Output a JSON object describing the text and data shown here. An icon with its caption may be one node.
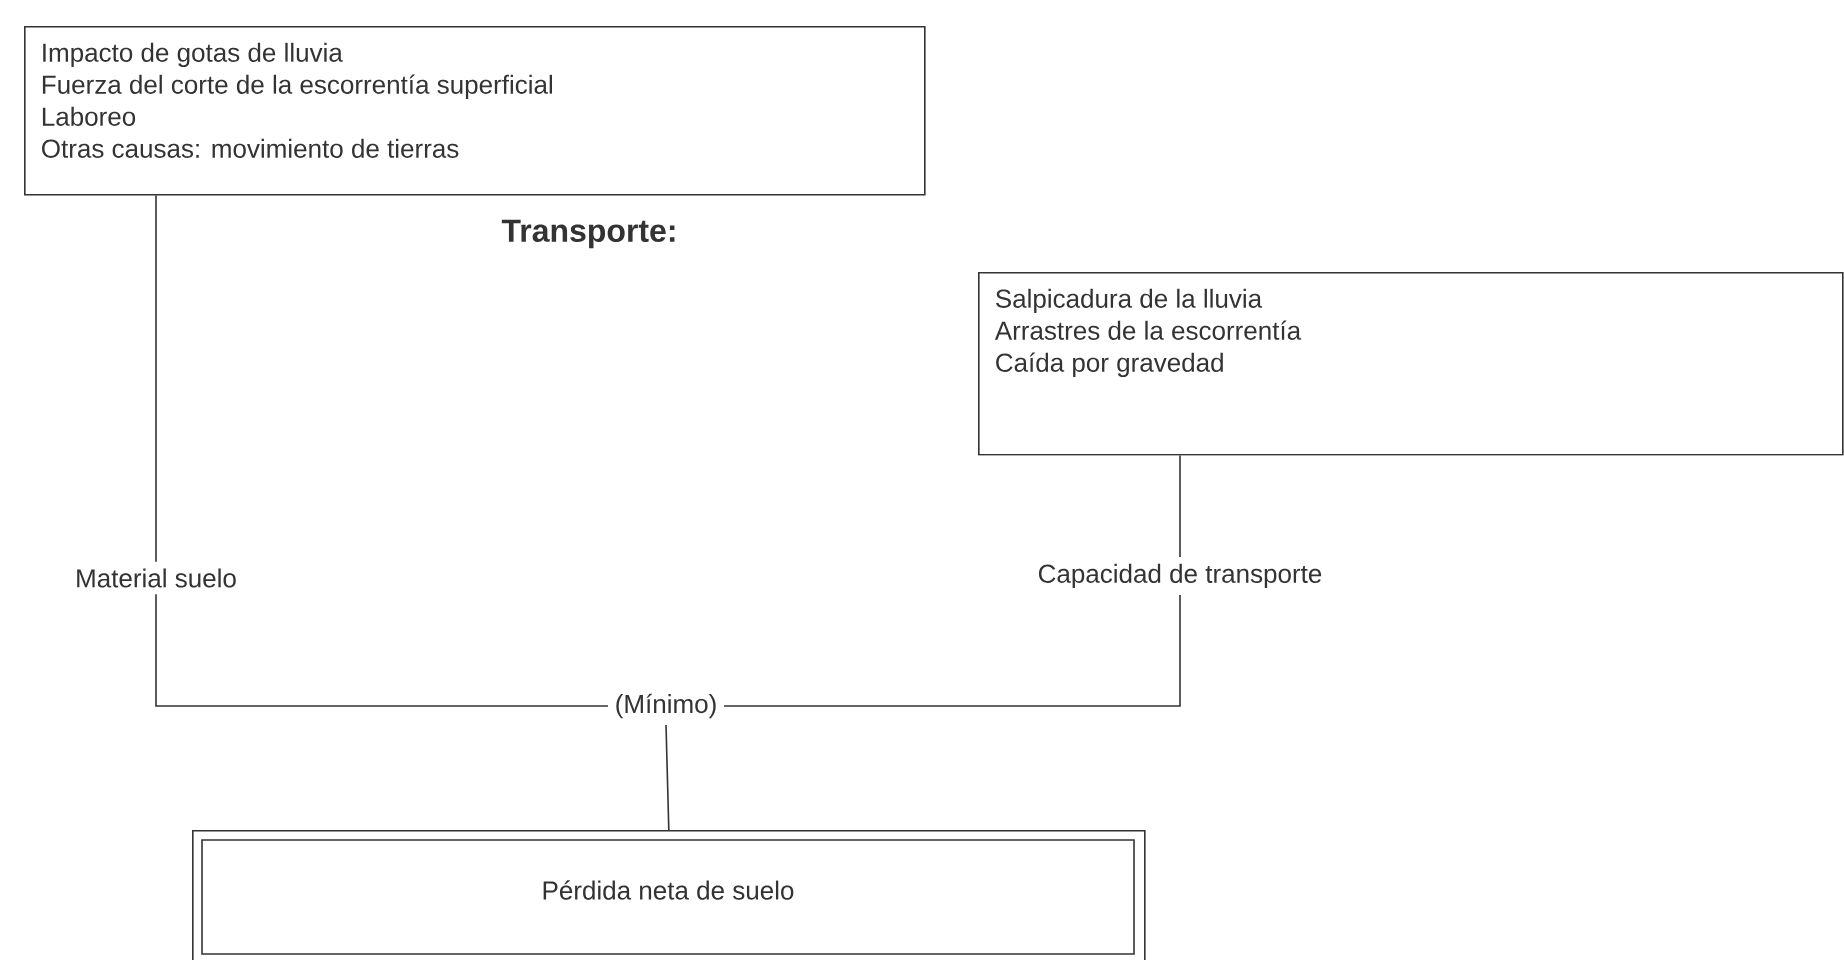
{
  "diagram": {
    "nodes": [
      {
        "text": [
          "Impacto de gotas de lluvia",
          "Fuerza del corte de la escorrentía superficial",
          "Laboreo",
          "Otras causas: movimiento de tierras"
        ]
      },
      {
        "text": [
          "Salpicadura de la lluvia",
          "Arrastres de la escorrentía",
          "Caída por gravedad"
        ]
      },
      {
        "text": [
          "Material suelo"
        ]
      },
      {
        "text": [
          "Capacidad de transporte"
        ]
      },
      {
        "text": [
          "(Mínimo)"
        ]
      },
      {
        "text": [
          "Pérdida neta de suelo"
        ]
      }
    ],
    "edges": [
      {
        "from": 0,
        "to": 2,
        "arrow": "none"
      },
      {
        "from": 1,
        "to": 3,
        "arrow": "none"
      },
      {
        "from": 2,
        "to": 4,
        "arrow": "none"
      },
      {
        "from": 3,
        "to": 4,
        "arrow": "none"
      },
      {
        "from": 4,
        "to": 5,
        "arrow": "none"
      }
    ],
    "labels": [
      "Transporte:"
    ]
  }
}
